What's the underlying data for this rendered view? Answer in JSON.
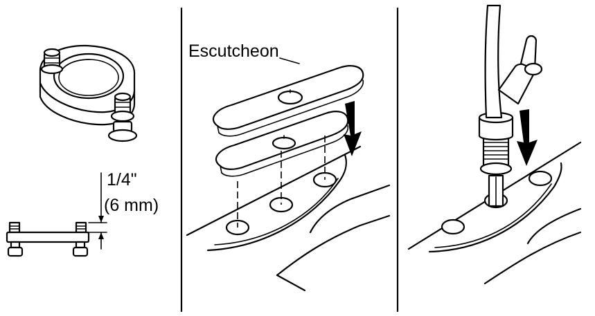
{
  "panel_left": {
    "dimension_inch": "1/4\"",
    "dimension_mm": "(6 mm)"
  },
  "panel_middle": {
    "escutcheon_label": "Escutcheon"
  },
  "colors": {
    "line": "#000000",
    "background": "#ffffff"
  }
}
